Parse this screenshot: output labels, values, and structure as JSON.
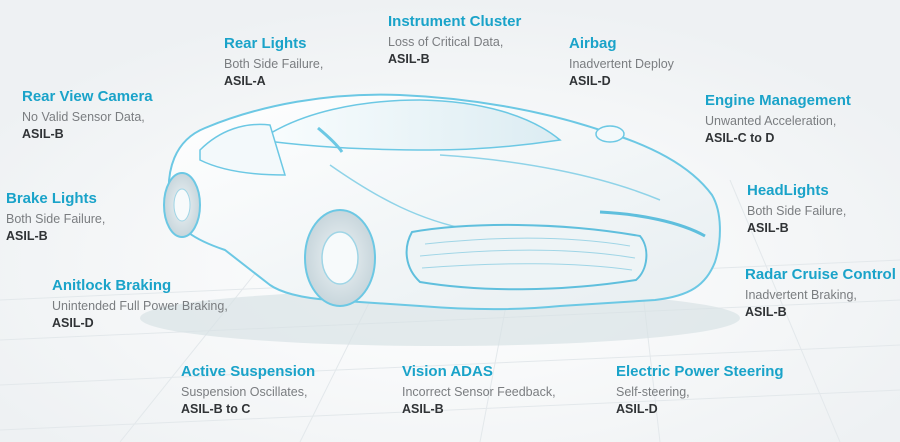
{
  "labels": {
    "instrument_cluster": {
      "title": "Instrument Cluster",
      "desc": "Loss of Critical Data,",
      "asil": "ASIL-B"
    },
    "rear_lights": {
      "title": "Rear Lights",
      "desc": "Both Side Failure,",
      "asil": "ASIL-A"
    },
    "airbag": {
      "title": "Airbag",
      "desc": "Inadvertent Deploy",
      "asil": "ASIL-D"
    },
    "rear_view_camera": {
      "title": "Rear View Camera",
      "desc": "No Valid Sensor Data,",
      "asil": "ASIL-B"
    },
    "engine_management": {
      "title": "Engine Management",
      "desc": "Unwanted Acceleration,",
      "asil": "ASIL-C to D"
    },
    "brake_lights": {
      "title": "Brake Lights",
      "desc": "Both Side Failure,",
      "asil": "ASIL-B"
    },
    "headlights": {
      "title": "HeadLights",
      "desc": "Both Side Failure,",
      "asil": "ASIL-B"
    },
    "antilock_braking": {
      "title": "Anitlock Braking",
      "desc": "Unintended Full Power Braking,",
      "asil": "ASIL-D"
    },
    "radar_cruise_control": {
      "title": "Radar Cruise Control",
      "desc": "Inadvertent Braking,",
      "asil": "ASIL-B"
    },
    "active_suspension": {
      "title": "Active Suspension",
      "desc": "Suspension Oscillates,",
      "asil": "ASIL-B to C"
    },
    "vision_adas": {
      "title": "Vision ADAS",
      "desc": "Incorrect Sensor Feedback,",
      "asil": "ASIL-B"
    },
    "electric_power_steering": {
      "title": "Electric Power Steering",
      "desc": "Self-steering,",
      "asil": "ASIL-D"
    }
  },
  "colors": {
    "title": "#1aa3c9",
    "desc": "#7a7d80",
    "asil": "#303336",
    "car_outline": "#6cc8e4"
  }
}
